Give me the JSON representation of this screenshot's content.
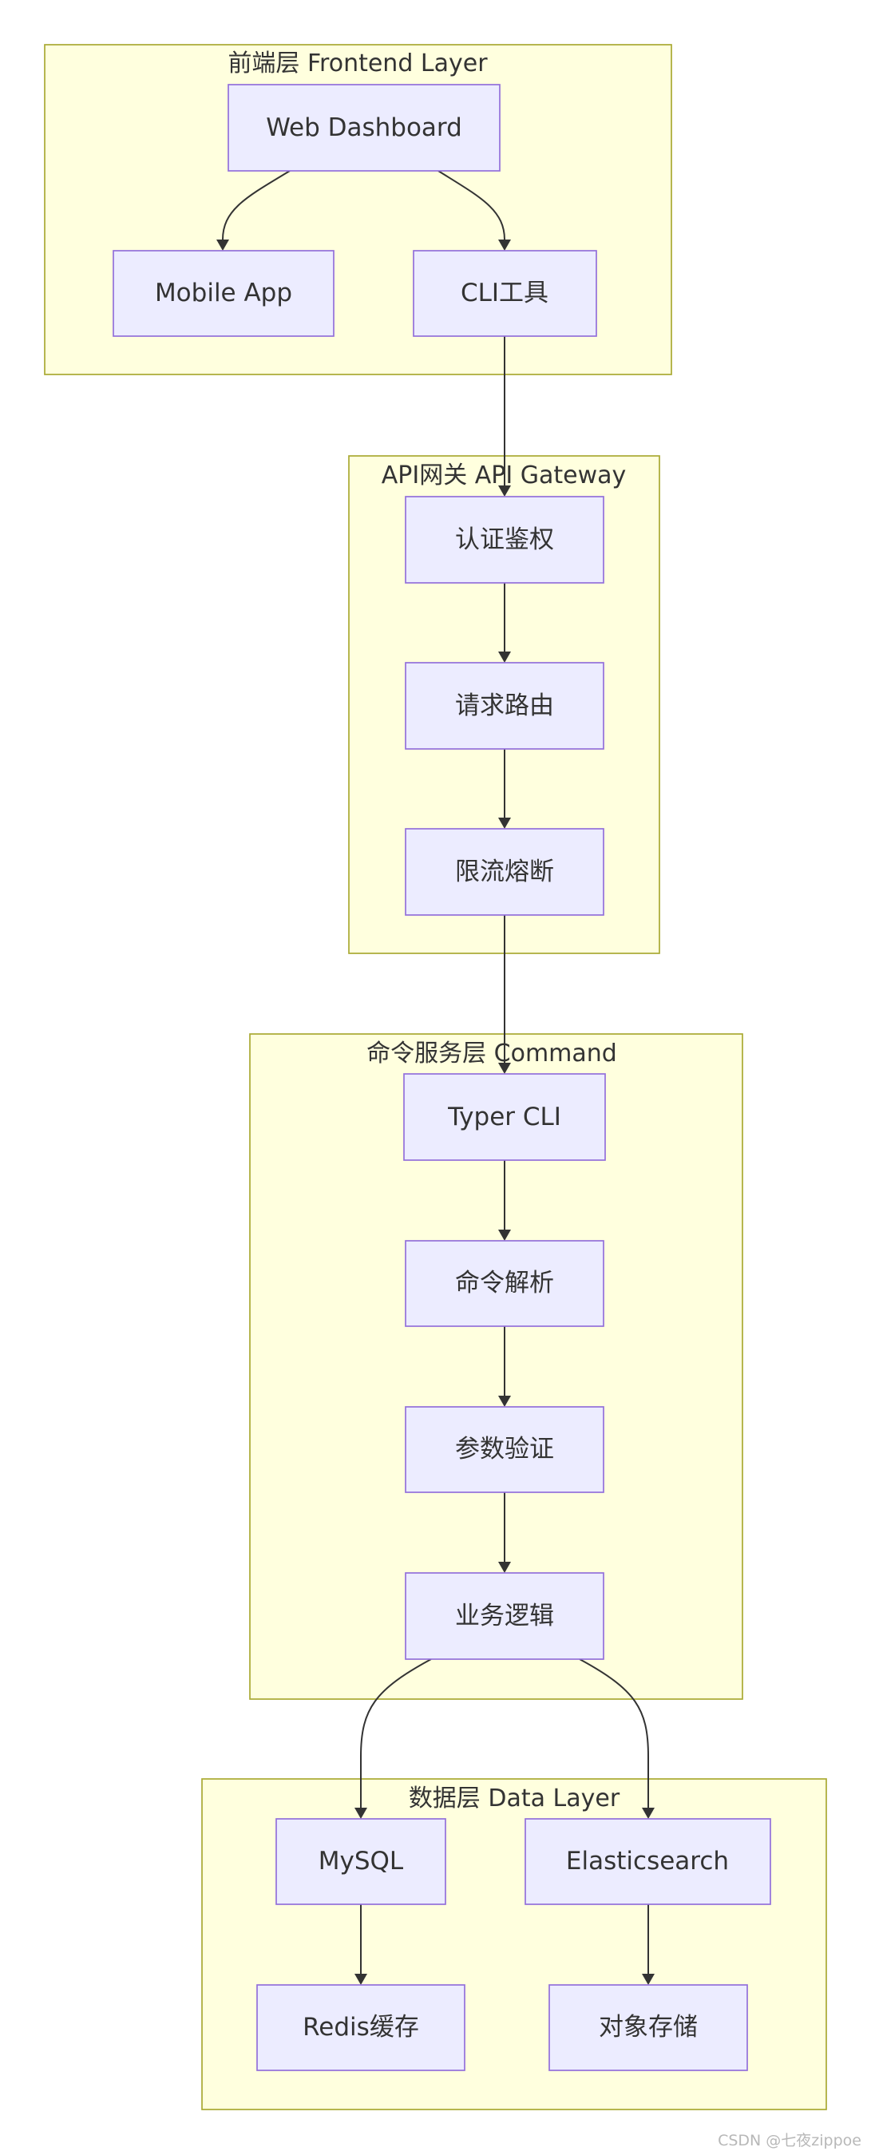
{
  "clusters": [
    {
      "id": "frontend",
      "title": "前端层 Frontend Layer"
    },
    {
      "id": "gateway",
      "title": "API网关 API Gateway"
    },
    {
      "id": "command",
      "title": "命令服务层 Command"
    },
    {
      "id": "data",
      "title": "数据层 Data Layer"
    }
  ],
  "nodes": {
    "web_dashboard": "Web Dashboard",
    "mobile_app": "Mobile App",
    "cli_tool": "CLI工具",
    "auth": "认证鉴权",
    "routing": "请求路由",
    "rate_limit": "限流熔断",
    "typer_cli": "Typer CLI",
    "cmd_parse": "命令解析",
    "param_validate": "参数验证",
    "business_logic": "业务逻辑",
    "mysql": "MySQL",
    "elasticsearch": "Elasticsearch",
    "redis": "Redis缓存",
    "object_storage": "对象存储"
  },
  "edges": [
    [
      "web_dashboard",
      "mobile_app"
    ],
    [
      "web_dashboard",
      "cli_tool"
    ],
    [
      "cli_tool",
      "auth"
    ],
    [
      "auth",
      "routing"
    ],
    [
      "routing",
      "rate_limit"
    ],
    [
      "rate_limit",
      "typer_cli"
    ],
    [
      "typer_cli",
      "cmd_parse"
    ],
    [
      "cmd_parse",
      "param_validate"
    ],
    [
      "param_validate",
      "business_logic"
    ],
    [
      "business_logic",
      "mysql"
    ],
    [
      "business_logic",
      "elasticsearch"
    ],
    [
      "mysql",
      "redis"
    ],
    [
      "elasticsearch",
      "object_storage"
    ]
  ],
  "watermark": "CSDN @七夜zippoe",
  "colors": {
    "cluster_fill": "#ffffde",
    "cluster_stroke": "#aaaa33",
    "node_fill": "#ececff",
    "node_stroke": "#9370db",
    "edge": "#333333"
  }
}
